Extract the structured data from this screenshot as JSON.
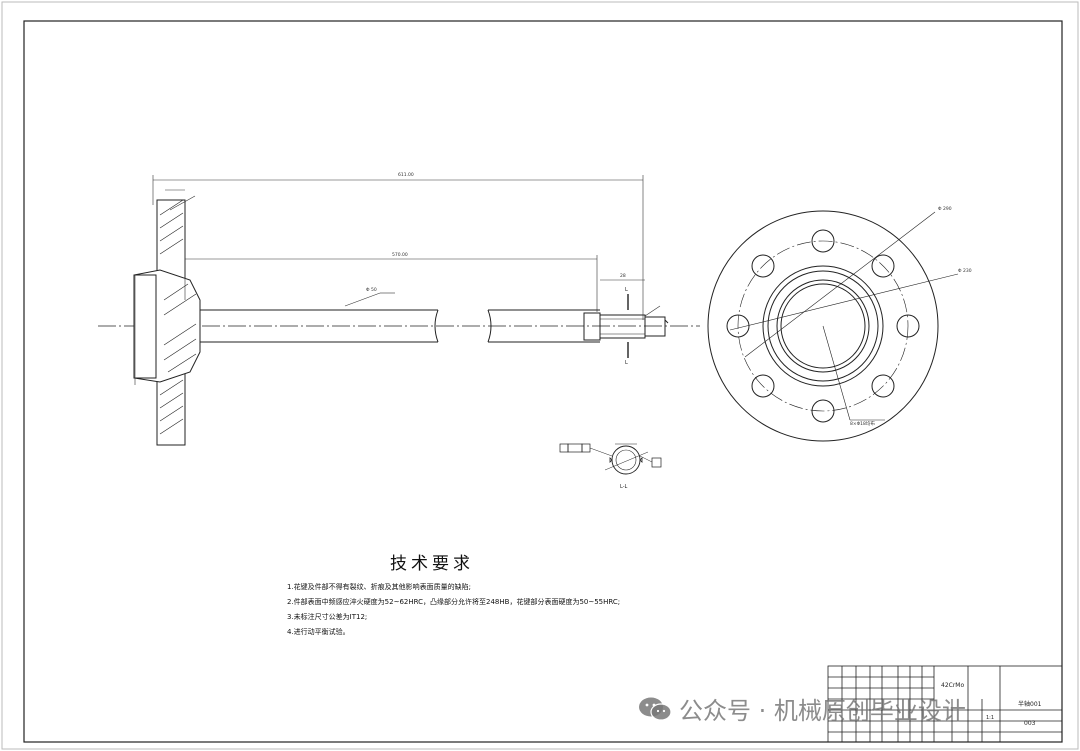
{
  "drawing": {
    "dimensions": {
      "overall_length": "611.00",
      "shaft_length": "570.00",
      "flange_diameter": "Φ 290",
      "bolt_circle": "Φ 230",
      "end_length": "28",
      "shaft_dia": "Φ 50",
      "hole_spec": "8×Φ18均布"
    },
    "section_label": "L-L",
    "section_mark": "L"
  },
  "tech_requirements": {
    "title": "技术要求",
    "items": [
      "1.花键及件部不得有裂纹、折痕及其他影响表面质量的缺陷;",
      "2.件部表面中频感应淬火硬度为52~62HRC，凸缘部分允许将至248HB，花键部分表面硬度为50~55HRC;",
      "3.未标注尺寸公差为IT12;",
      "4.进行动平衡试验。"
    ]
  },
  "title_block": {
    "material": "42CrMo",
    "drawing_no": "半轴001",
    "scale": "1:1",
    "sheet_no": "003"
  },
  "watermark": {
    "text": "公众号 · 机械原创毕业设计",
    "icon": "wechat-icon"
  }
}
